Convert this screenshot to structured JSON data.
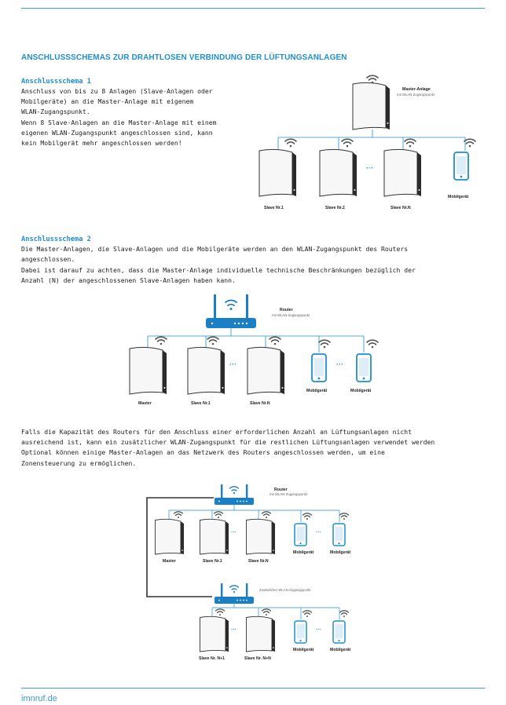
{
  "page": {
    "title": "ANSCHLUSSSCHEMAS ZUR DRAHTLOSEN VERBINDUNG DER LÜFTUNGSANLAGEN",
    "footer": "imnruf.de"
  },
  "schema1": {
    "heading": "Anschlussschema 1",
    "lines": [
      "Anschluss von bis zu 8 Anlagen (Slave-Anlagen oder",
      "Mobilgeräte) an die Master-Anlage mit eigenem",
      "WLAN-Zugangspunkt.",
      "Wenn 8 Slave-Anlagen an die Master-Anlage mit einem",
      "eigenen WLAN-Zugangspunkt angeschlossen sind, kann",
      "kein Mobilgerät mehr angeschlossen werden!"
    ],
    "diagram": {
      "master_label": "Master-Anlage",
      "master_sub": "mit WLAN-Zugangspunkt",
      "slave1": "Slave Nr.1",
      "slave2": "Slave Nr.2",
      "slaveN": "Slave Nr.N",
      "mobile": "Mobilgerät"
    }
  },
  "schema2": {
    "heading": "Anschlussschema 2",
    "lines": [
      "Die Master-Anlagen, die Slave-Anlagen und die Mobilgeräte werden an den WLAN-Zugangspunkt des Routers",
      "angeschlossen.",
      "Dabei ist darauf zu achten, dass die Master-Anlage individuelle technische Beschränkungen bezüglich der",
      "Anzahl (N) der angeschlossenen Slave-Anlagen haben kann."
    ],
    "diagram": {
      "router_label": "Router",
      "router_sub": "mit WLAN-Zugangspunkt",
      "master": "Master",
      "slave1": "Slave Nr.1",
      "slaveN": "Slave Nr.N",
      "mobile1": "Mobilgerät",
      "mobile2": "Mobilgerät"
    }
  },
  "schema3": {
    "lines": [
      "Falls die Kapazität des Routers für den Anschluss einer erforderlichen Anzahl an Lüftungsanlagen nicht",
      "ausreichend ist, kann ein zusätzlicher WLAN-Zugangspunkt für die restlichen Lüftungsanlagen verwendet werden",
      "Optional können einige Master-Anlagen an das Netzwerk des Routers angeschlossen werden, um eine",
      "Zonensteuerung zu ermöglichen."
    ],
    "diagram": {
      "router_label": "Router",
      "router_sub": "mit WLAN-Zugangspunkt",
      "master": "Master",
      "slave1": "Slave Nr.1",
      "slaveN": "Slave Nr.N",
      "mobile1": "Mobilgerät",
      "mobile2": "Mobilgerät",
      "ap_label": "Zusätzlicher WLAN-Zugangspunkt",
      "slaveN1": "Slave Nr. N+1",
      "slaveNN": "Slave Nr. N+N",
      "mobile3": "Mobilgerät",
      "mobile4": "Mobilgerät"
    }
  },
  "colors": {
    "accent": "#1f8fcf",
    "router": "#1a7fc4",
    "unit_dark": "#333333"
  },
  "icons": [
    "wifi-icon",
    "router-icon",
    "ventilation-unit-icon",
    "smartphone-icon"
  ]
}
